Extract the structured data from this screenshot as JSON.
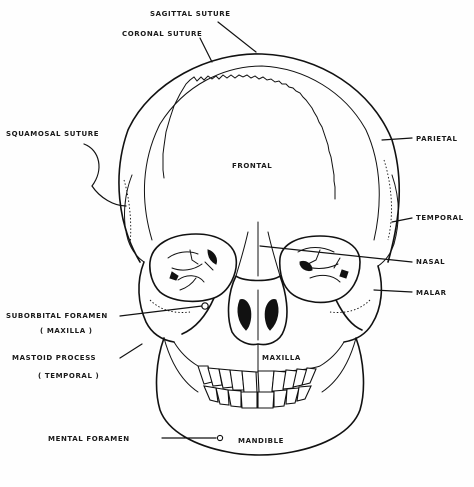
{
  "labels": {
    "sagittal_suture": "SAGITTAL  SUTURE",
    "coronal_suture": "CORONAL  SUTURE",
    "squamosal_suture": "SQUAMOSAL  SUTURE",
    "frontal": "FRONTAL",
    "parietal": "PARIETAL",
    "temporal": "TEMPORAL",
    "nasal": "NASAL",
    "malar": "MALAR",
    "suborbital_foramen": "SUBORBITAL  FORAMEN",
    "suborbital_foramen_sub": "( MAXILLA )",
    "mastoid_process": "MASTOID  PROCESS",
    "mastoid_process_sub": "( TEMPORAL )",
    "maxilla": "MAXILLA",
    "mental_foramen": "MENTAL  FORAMEN",
    "mandible": "MANDIBLE"
  }
}
